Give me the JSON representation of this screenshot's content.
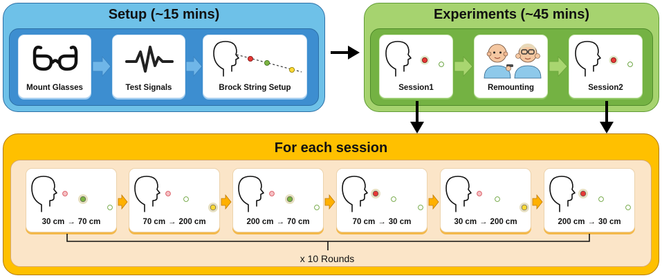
{
  "setup": {
    "title": "Setup (~15 mins)",
    "steps": [
      {
        "label": "Mount Glasses",
        "icon": "glasses-icon"
      },
      {
        "label": "Test Signals",
        "icon": "signal-wave-icon"
      },
      {
        "label": "Brock String Setup",
        "icon": "head-brock-string-icon"
      }
    ]
  },
  "experiments": {
    "title": "Experiments (~45 mins)",
    "steps": [
      {
        "label": "Session1",
        "icon": "head-targets-icon"
      },
      {
        "label": "Remounting",
        "icon": "people-remounting-icon"
      },
      {
        "label": "Session2",
        "icon": "head-targets-icon"
      }
    ]
  },
  "session": {
    "title": "For each session",
    "rounds_label": "x 10 Rounds",
    "cards": [
      {
        "from": "30 cm",
        "to": "70 cm",
        "active": 1,
        "active_color": "#7cb342"
      },
      {
        "from": "70 cm",
        "to": "200 cm",
        "active": 2,
        "active_color": "#fdd835"
      },
      {
        "from": "200 cm",
        "to": "70 cm",
        "active": 1,
        "active_color": "#7cb342"
      },
      {
        "from": "70 cm",
        "to": "30 cm",
        "active": 0,
        "active_color": "#e53935"
      },
      {
        "from": "30 cm",
        "to": "200 cm",
        "active": 2,
        "active_color": "#fdd835"
      },
      {
        "from": "200 cm",
        "to": "30 cm",
        "active": 0,
        "active_color": "#e53935"
      }
    ]
  },
  "colors": {
    "setup_outer": "#6ec1e8",
    "setup_inner": "#3d8ed0",
    "exp_outer": "#a6d36f",
    "exp_inner": "#74b243",
    "session_outer": "#ffc000",
    "session_inner": "#fbe5c8",
    "blue_arrow": "#6fb6e8",
    "green_arrow": "#a9d670",
    "orange_arrow": "#ffb000",
    "target_red": "#e53935",
    "target_green": "#7cb342",
    "target_yellow": "#fdd835"
  }
}
